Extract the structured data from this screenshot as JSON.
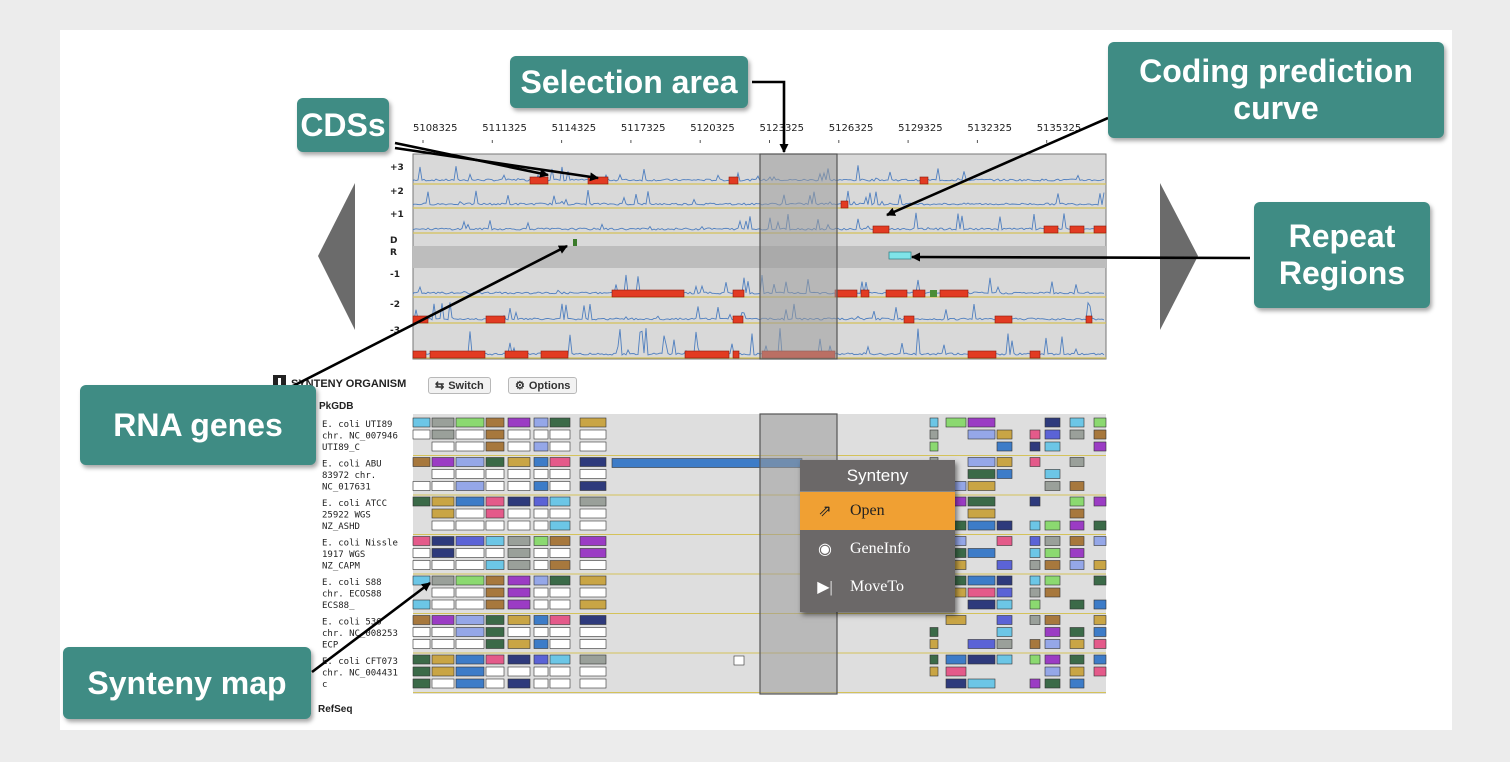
{
  "callouts": {
    "selection_area": "Selection area",
    "cdss": "CDSs",
    "coding_prediction": "Coding prediction curve",
    "repeat_regions": "Repeat Regions",
    "rna_genes": "RNA genes",
    "synteny_map": "Synteny map"
  },
  "ruler": [
    "5108325",
    "5111325",
    "5114325",
    "5117325",
    "5120325",
    "5123325",
    "5126325",
    "5129325",
    "5132325",
    "5135325"
  ],
  "frame_labels": [
    "+3",
    "+2",
    "+1",
    "D",
    "R",
    "-1",
    "-2",
    "-3"
  ],
  "synteny_panel": {
    "title": "SYNTENY ORGANISM",
    "switch_label": "Switch",
    "options_label": "Options",
    "source_top": "PkGDB",
    "source_bottom": "RefSeq"
  },
  "organisms": [
    {
      "line1": "E. coli UTI89",
      "line2": "chr. NC_007946",
      "line3": "UTI89_C"
    },
    {
      "line1": "E. coli ABU",
      "line2": "83972 chr.",
      "line3": "NC_017631"
    },
    {
      "line1": "E. coli ATCC",
      "line2": "25922 WGS",
      "line3": "NZ_ASHD"
    },
    {
      "line1": "E. coli Nissle",
      "line2": "1917 WGS",
      "line3": "NZ_CAPM"
    },
    {
      "line1": "E. coli S88",
      "line2": "chr. ECOS88",
      "line3": "ECS88_"
    },
    {
      "line1": "E. coli 536",
      "line2": "chr. NC_008253",
      "line3": "ECP"
    },
    {
      "line1": "E. coli CFT073",
      "line2": "chr. NC_004431",
      "line3": "c"
    }
  ],
  "context_menu": {
    "title": "Synteny",
    "items": [
      {
        "label": "Open",
        "icon": "external-link-icon"
      },
      {
        "label": "GeneInfo",
        "icon": "eye-icon"
      },
      {
        "label": "MoveTo",
        "icon": "skip-forward-icon"
      }
    ]
  },
  "colors": {
    "callout": "#3f8c84",
    "cds": "#e23b22",
    "curve": "#4f7fbf",
    "repeat": "#7fe3e8",
    "rna": "#3a7a2a",
    "menu_active": "#f0a033"
  }
}
